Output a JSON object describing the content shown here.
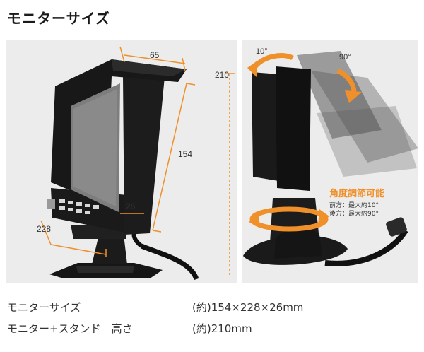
{
  "title": "モニターサイズ",
  "dimensions": {
    "width": "65",
    "height": "154",
    "depth": "26",
    "length": "228",
    "total_height": "210"
  },
  "angles": {
    "top": "10°",
    "back": "90°"
  },
  "angle_info": {
    "heading": "角度調節可能",
    "front": "前方：最大約10°",
    "back": "後方：最大約90°"
  },
  "specs": [
    {
      "label": "モニターサイズ",
      "value": "(約)154×228×26mm"
    },
    {
      "label": "モニター+スタンド　高さ",
      "value": "(約)210mm"
    }
  ],
  "colors": {
    "accent": "#f0902a",
    "monitor": "#1e1e1e",
    "background": "#ececec"
  }
}
